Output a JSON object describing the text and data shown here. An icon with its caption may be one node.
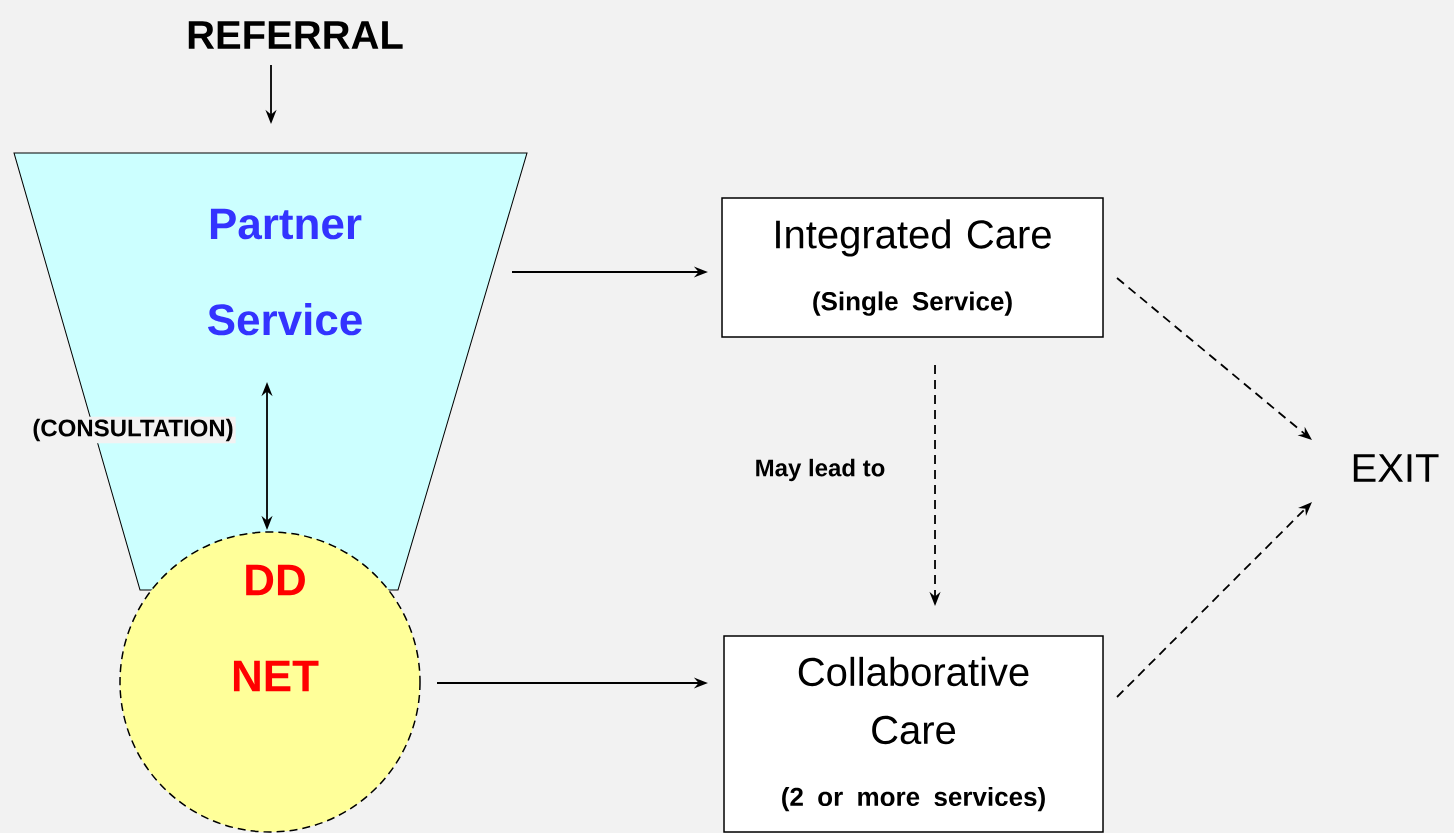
{
  "diagram": {
    "nodes": [
      {
        "text": [
          "REFERRAL"
        ]
      },
      {
        "text": [
          "Partner Service"
        ]
      },
      {
        "text": [
          "DD NET"
        ]
      },
      {
        "text": [
          "Integrated Care",
          "(Single Service)"
        ]
      },
      {
        "text": [
          "Collaborative Care",
          "(2 or more services)"
        ]
      },
      {
        "text": [
          "EXIT"
        ]
      }
    ],
    "edges": [
      {
        "from": 0,
        "to": 1,
        "arrow": "to"
      },
      {
        "from": 1,
        "to": 2,
        "arrow": "both",
        "label": "(CONSULTATION)"
      },
      {
        "from": 1,
        "to": 3,
        "arrow": "to"
      },
      {
        "from": 3,
        "to": 4,
        "arrow": "to",
        "style": "dashed",
        "label": "May lead to"
      },
      {
        "from": 2,
        "to": 4,
        "arrow": "to"
      },
      {
        "from": 3,
        "to": 5,
        "arrow": "to",
        "style": "dashed"
      },
      {
        "from": 4,
        "to": 5,
        "arrow": "to",
        "style": "dashed"
      }
    ]
  }
}
